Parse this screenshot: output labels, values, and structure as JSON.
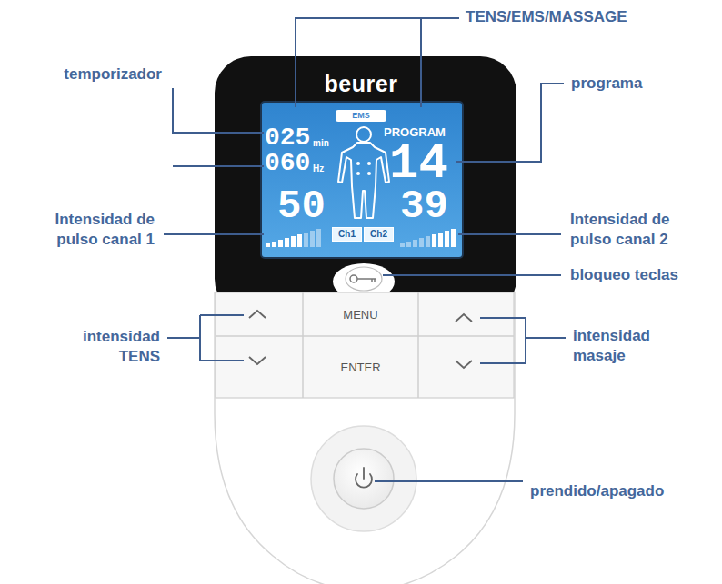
{
  "diagram": {
    "nodes": [
      {
        "text": [
          "EMS"
        ]
      },
      {
        "text": [
          "Ch1"
        ]
      },
      {
        "text": [
          "Ch2"
        ]
      },
      {
        "text": [
          "MENU"
        ]
      },
      {
        "text": [
          "ENTER"
        ]
      }
    ],
    "labels": [
      "TENS/EMS/MASSAGE",
      "temporizador",
      "beurer",
      "programa",
      "025",
      "min",
      "060",
      "Hz",
      "PROGRAM",
      "14",
      "50",
      "39",
      "Intensidad de pulso canal 1",
      "Intensidad de pulso canal 2",
      "bloqueo teclas",
      "intensidad TENS",
      "intensidad masaje",
      "prendido/apagado"
    ]
  }
}
